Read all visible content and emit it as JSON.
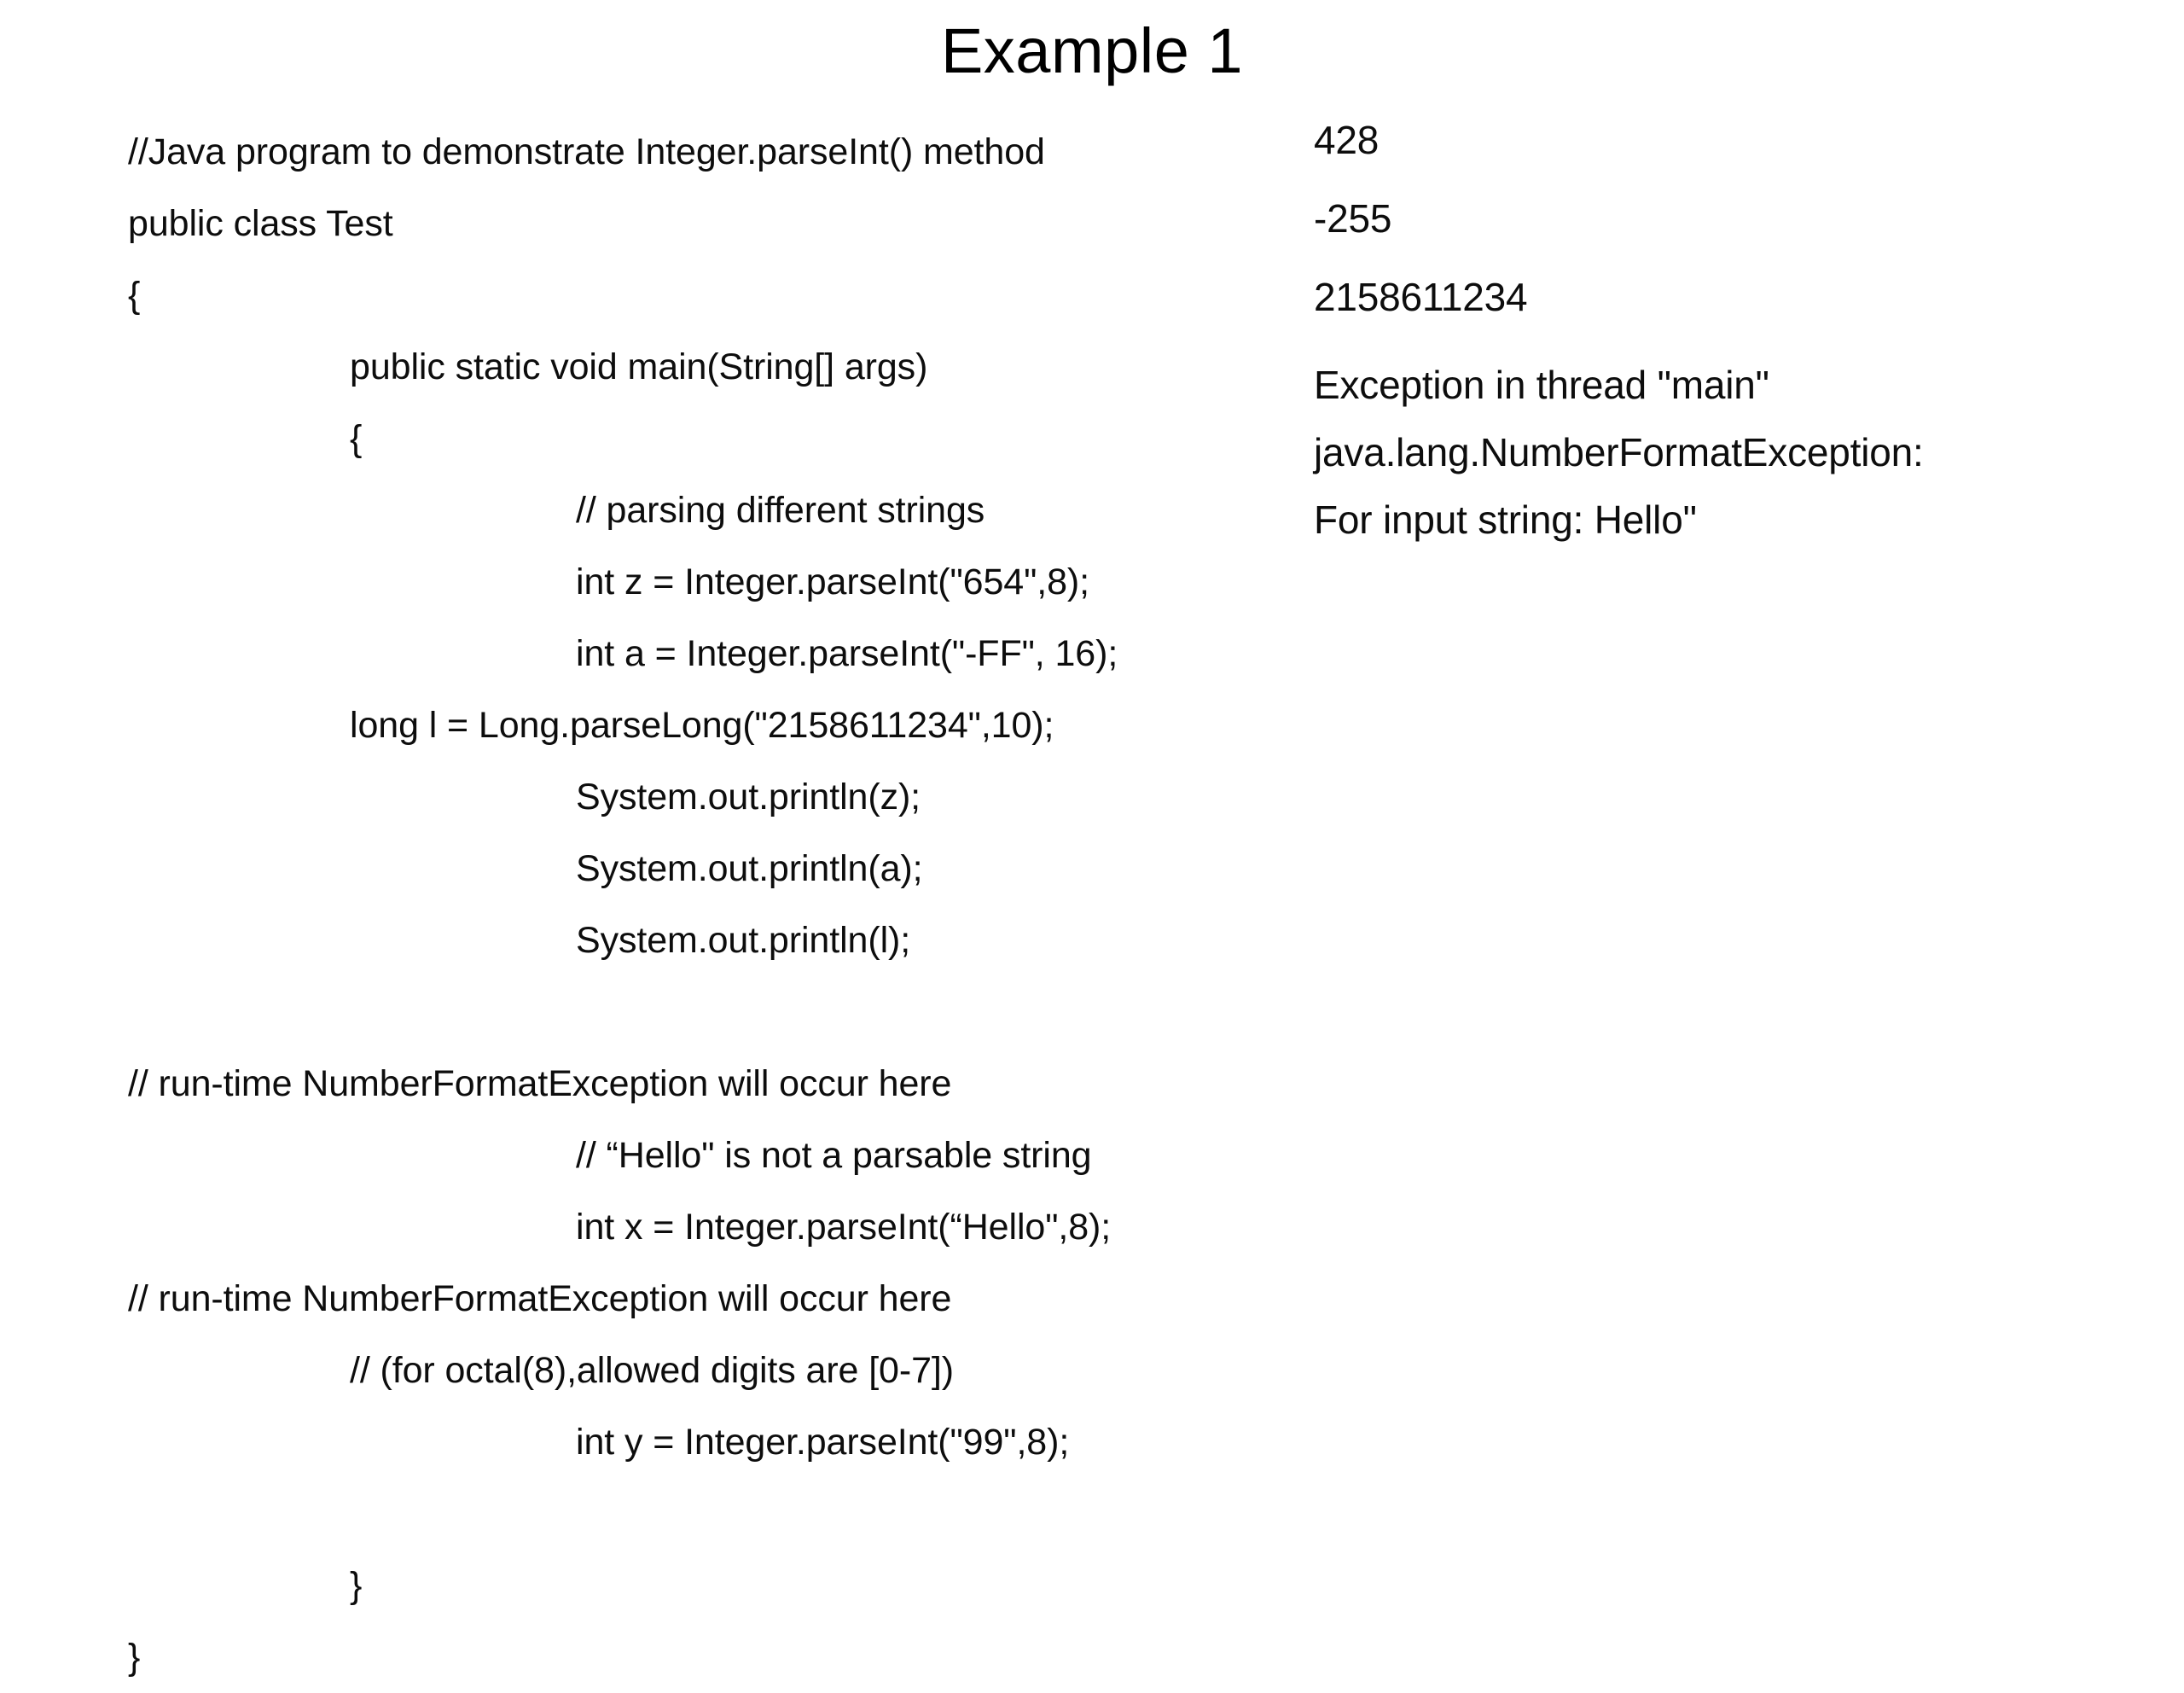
{
  "slide": {
    "title": "Example 1"
  },
  "code": {
    "lines": [
      {
        "indent": 0,
        "text": "//Java program to demonstrate Integer.parseInt() method"
      },
      {
        "indent": 0,
        "text": "public class Test"
      },
      {
        "indent": 0,
        "text": "{"
      },
      {
        "indent": 1,
        "text": "public static void main(String[] args)"
      },
      {
        "indent": 1,
        "text": "{"
      },
      {
        "indent": 2,
        "text": "// parsing different strings"
      },
      {
        "indent": 2,
        "text": "int z = Integer.parseInt(\"654\",8);"
      },
      {
        "indent": 2,
        "text": "int a = Integer.parseInt(\"-FF\", 16);"
      },
      {
        "indent": 1,
        "text": "long l = Long.parseLong(\"2158611234\",10);"
      },
      {
        "indent": 2,
        "text": "System.out.println(z);"
      },
      {
        "indent": 2,
        "text": "System.out.println(a);"
      },
      {
        "indent": 2,
        "text": "System.out.println(l);"
      },
      {
        "indent": 0,
        "text": ""
      },
      {
        "indent": 0,
        "text": "// run-time NumberFormatException will occur here"
      },
      {
        "indent": 2,
        "text": "// “Hello\" is not a parsable string"
      },
      {
        "indent": 2,
        "text": "int x = Integer.parseInt(“Hello\",8);"
      },
      {
        "indent": 0,
        "text": "// run-time NumberFormatException will occur here"
      },
      {
        "indent": 1,
        "text": "// (for octal(8),allowed digits are [0-7])"
      },
      {
        "indent": 2,
        "text": "int y = Integer.parseInt(\"99\",8);"
      },
      {
        "indent": 0,
        "text": ""
      },
      {
        "indent": 1,
        "text": "}"
      },
      {
        "indent": 0,
        "text": "}"
      }
    ]
  },
  "output": {
    "values": [
      "428",
      "-255",
      "2158611234"
    ],
    "exception": [
      "Exception in thread \"main\"",
      "java.lang.NumberFormatException:",
      "For input string: Hello\""
    ]
  }
}
